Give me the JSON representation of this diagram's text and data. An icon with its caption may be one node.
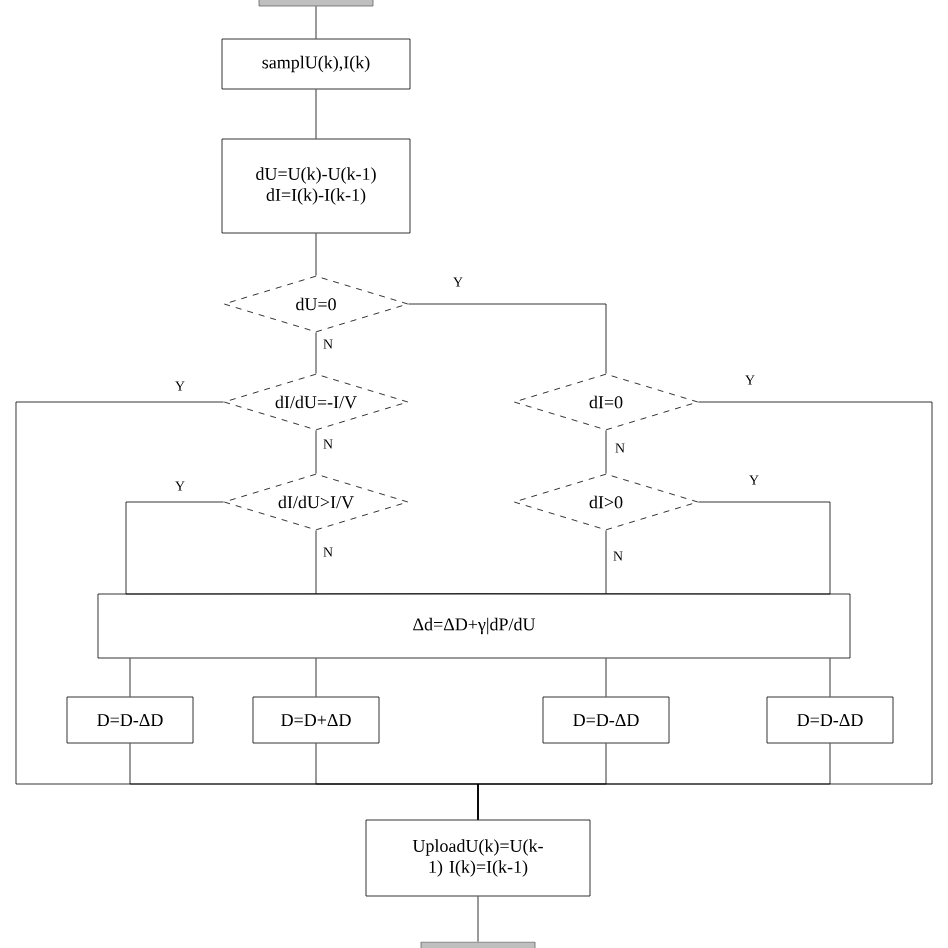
{
  "diagram": {
    "nodes": [
      {
        "text": [],
        "shape": "box"
      },
      {
        "text": [
          "samplU(k),I(k)"
        ]
      },
      {
        "text": [
          "dU=U(k)-U(k-1) dI=I(k)-I(k-1)"
        ]
      },
      {
        "text": [
          "dU=0"
        ]
      },
      {
        "text": [
          "dI/dU=-I/V"
        ]
      },
      {
        "text": [
          "dI/dU>I/V"
        ]
      },
      {
        "text": [
          "dI=0"
        ]
      },
      {
        "text": [
          "dI>0"
        ]
      },
      {
        "text": [
          "Δd=ΔD+γ|dP/dU"
        ]
      },
      {
        "text": [
          "D=D-ΔD"
        ]
      },
      {
        "text": [
          "D=D+ΔD"
        ]
      },
      {
        "text": [
          "D=D-ΔD"
        ]
      },
      {
        "text": [
          "D=D-ΔD"
        ]
      },
      {
        "text": [
          "UploadU(k)=U(k-1) I(k)=I(k-1)"
        ]
      },
      {
        "text": [],
        "shape": "box"
      }
    ],
    "edges": [
      {
        "from": 0,
        "to": 1,
        "arrow": "none"
      },
      {
        "from": 1,
        "to": 2,
        "arrow": "none"
      },
      {
        "from": 2,
        "to": 3,
        "arrow": "none"
      },
      {
        "from": 3,
        "to": 4,
        "arrow": "none",
        "label": "N"
      },
      {
        "from": 3,
        "to": 6,
        "arrow": "none",
        "label": "Y"
      },
      {
        "from": 4,
        "to": 13,
        "arrow": "none",
        "label": "Y"
      },
      {
        "from": 4,
        "to": 5,
        "arrow": "none",
        "label": "N"
      },
      {
        "from": 5,
        "to": 8,
        "arrow": "none",
        "label": "Y"
      },
      {
        "from": 5,
        "to": 8,
        "arrow": "none",
        "label": "N"
      },
      {
        "from": 6,
        "to": 7,
        "arrow": "none",
        "label": "N"
      },
      {
        "from": 6,
        "to": 13,
        "arrow": "none",
        "label": "Y"
      },
      {
        "from": 7,
        "to": 8,
        "arrow": "none",
        "label": "Y"
      },
      {
        "from": 7,
        "to": 8,
        "arrow": "none",
        "label": "N"
      },
      {
        "from": 8,
        "to": 9,
        "arrow": "none"
      },
      {
        "from": 8,
        "to": 10,
        "arrow": "none"
      },
      {
        "from": 8,
        "to": 11,
        "arrow": "none"
      },
      {
        "from": 8,
        "to": 12,
        "arrow": "none"
      },
      {
        "from": 9,
        "to": 13,
        "arrow": "none"
      },
      {
        "from": 10,
        "to": 13,
        "arrow": "none"
      },
      {
        "from": 11,
        "to": 13,
        "arrow": "none"
      },
      {
        "from": 12,
        "to": 13,
        "arrow": "none"
      },
      {
        "from": 13,
        "to": 14,
        "arrow": "none"
      }
    ]
  }
}
